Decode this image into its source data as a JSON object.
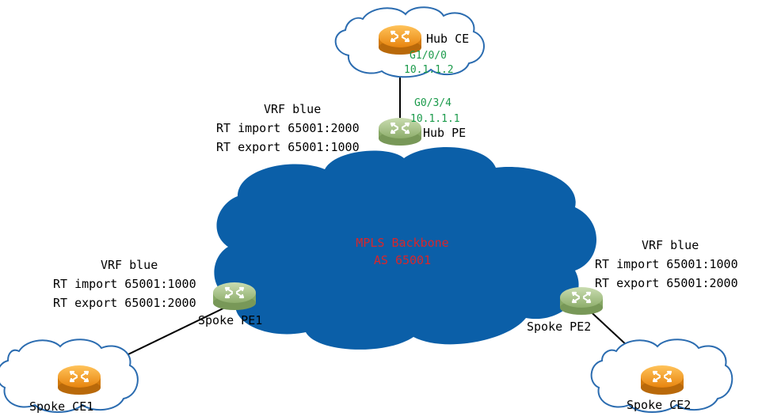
{
  "colors": {
    "backbone_fill": "#0b5fa8",
    "backbone_label": "#d8262b",
    "interface_label": "#1a9a4a",
    "ce_router": "#f39a1e",
    "pe_router": "#9fbe7e",
    "site_cloud_stroke": "#2b6cb0",
    "link": "#000000"
  },
  "icons": {
    "ce_router": "router-icon-orange",
    "pe_router": "router-icon-green",
    "site": "cloud-icon",
    "backbone": "cloud-icon"
  },
  "backbone": {
    "line1": "MPLS Backbone",
    "line2": "AS 65001"
  },
  "hub_ce": {
    "label": "Hub CE",
    "interface": "G1/0/0",
    "ip": "10.1.1.2"
  },
  "hub_pe": {
    "label": "Hub PE",
    "interface": "G0/3/4",
    "ip": "10.1.1.1",
    "vrf": "VRF blue",
    "rt_import": "RT import 65001:2000",
    "rt_export": "RT export 65001:1000"
  },
  "spoke_pe1": {
    "label": "Spoke PE1",
    "vrf": "VRF blue",
    "rt_import": "RT import 65001:1000",
    "rt_export": "RT export 65001:2000"
  },
  "spoke_pe2": {
    "label": "Spoke PE2",
    "vrf": "VRF blue",
    "rt_import": "RT import 65001:1000",
    "rt_export": "RT export 65001:2000"
  },
  "spoke_ce1": {
    "label": "Spoke CE1"
  },
  "spoke_ce2": {
    "label": "Spoke CE2"
  }
}
